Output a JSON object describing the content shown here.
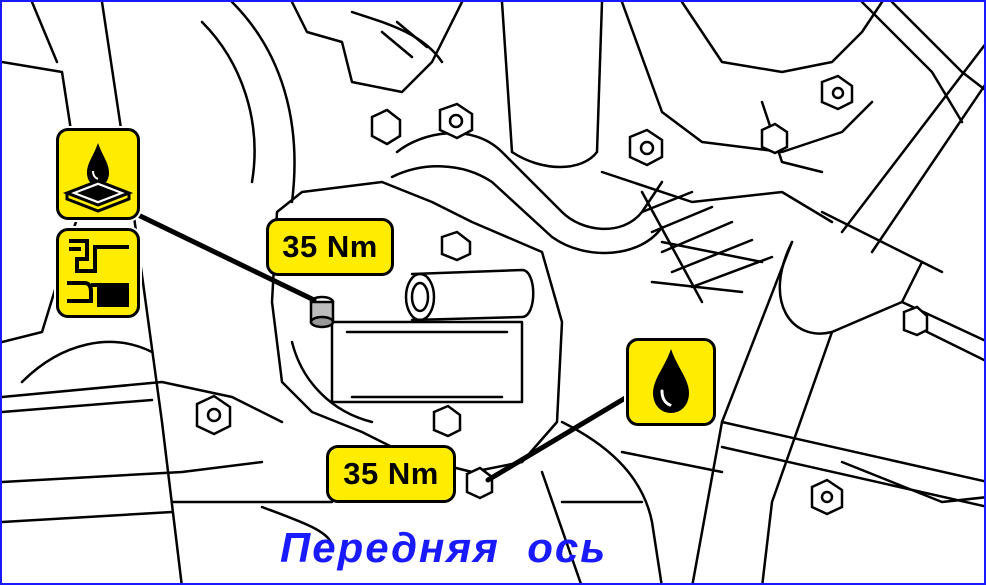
{
  "callouts": {
    "torque_upper": "35 Nm",
    "torque_lower": "35 Nm"
  },
  "icons": {
    "top_left": "oil-fill-icon",
    "middle_left": "oil-level-icon",
    "right": "oil-drop-icon"
  },
  "caption": "Передняя  ось",
  "colors": {
    "label_fill": "#ffec00",
    "caption": "#1a1aff",
    "frame": "#1a1aff"
  }
}
